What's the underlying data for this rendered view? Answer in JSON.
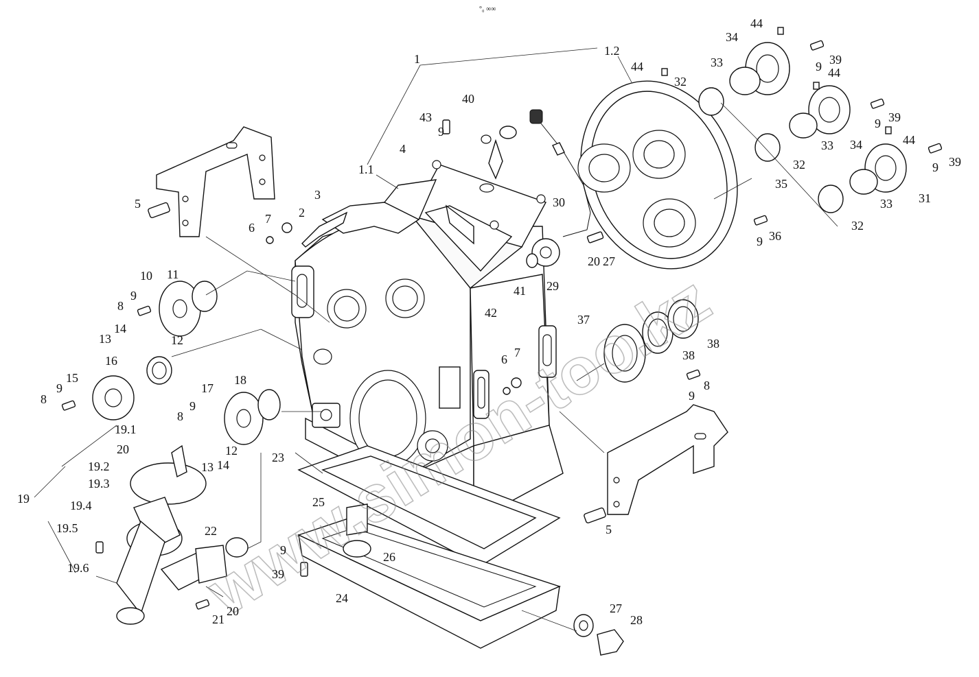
{
  "header_mark": "°₀ ∞∞",
  "watermark": "www.simon-too.kz",
  "callouts": [
    {
      "text": "1"
    },
    {
      "text": "1.2"
    },
    {
      "text": "1.1"
    },
    {
      "text": "2"
    },
    {
      "text": "3"
    },
    {
      "text": "4"
    },
    {
      "text": "5"
    },
    {
      "text": "5"
    },
    {
      "text": "6"
    },
    {
      "text": "6"
    },
    {
      "text": "7"
    },
    {
      "text": "7"
    },
    {
      "text": "8"
    },
    {
      "text": "8"
    },
    {
      "text": "8"
    },
    {
      "text": "8"
    },
    {
      "text": "9"
    },
    {
      "text": "9"
    },
    {
      "text": "9"
    },
    {
      "text": "9"
    },
    {
      "text": "9"
    },
    {
      "text": "9"
    },
    {
      "text": "9"
    },
    {
      "text": "9"
    },
    {
      "text": "9"
    },
    {
      "text": "9"
    },
    {
      "text": "10"
    },
    {
      "text": "11"
    },
    {
      "text": "12"
    },
    {
      "text": "12"
    },
    {
      "text": "13"
    },
    {
      "text": "13"
    },
    {
      "text": "14"
    },
    {
      "text": "14"
    },
    {
      "text": "15"
    },
    {
      "text": "16"
    },
    {
      "text": "17"
    },
    {
      "text": "18"
    },
    {
      "text": "19"
    },
    {
      "text": "19.1"
    },
    {
      "text": "19.2"
    },
    {
      "text": "19.3"
    },
    {
      "text": "19.4"
    },
    {
      "text": "19.5"
    },
    {
      "text": "19.6"
    },
    {
      "text": "20"
    },
    {
      "text": "20"
    },
    {
      "text": "20"
    },
    {
      "text": "21"
    },
    {
      "text": "22"
    },
    {
      "text": "23"
    },
    {
      "text": "24"
    },
    {
      "text": "25"
    },
    {
      "text": "26"
    },
    {
      "text": "27"
    },
    {
      "text": "27"
    },
    {
      "text": "28"
    },
    {
      "text": "29"
    },
    {
      "text": "30"
    },
    {
      "text": "31"
    },
    {
      "text": "32"
    },
    {
      "text": "32"
    },
    {
      "text": "32"
    },
    {
      "text": "33"
    },
    {
      "text": "33"
    },
    {
      "text": "33"
    },
    {
      "text": "34"
    },
    {
      "text": "34"
    },
    {
      "text": "35"
    },
    {
      "text": "36"
    },
    {
      "text": "37"
    },
    {
      "text": "38"
    },
    {
      "text": "38"
    },
    {
      "text": "39"
    },
    {
      "text": "39"
    },
    {
      "text": "39"
    },
    {
      "text": "39"
    },
    {
      "text": "40"
    },
    {
      "text": "41"
    },
    {
      "text": "42"
    },
    {
      "text": "43"
    },
    {
      "text": "44"
    },
    {
      "text": "44"
    },
    {
      "text": "44"
    },
    {
      "text": "44"
    }
  ]
}
